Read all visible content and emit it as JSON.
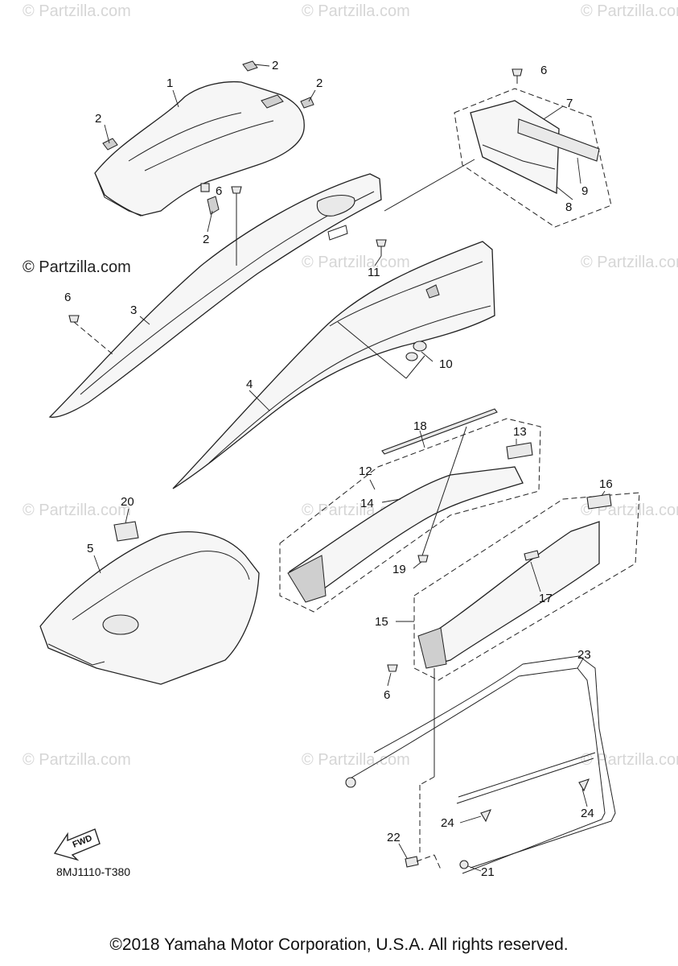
{
  "watermark": "© Partzilla.com",
  "watermark_prominent": "© Partzilla.com",
  "diagram_code": "8MJ1110-T380",
  "fwd_label": "FWD",
  "copyright": "©2018 Yamaha Motor Corporation, U.S.A. All rights reserved.",
  "callouts": {
    "c1": "1",
    "c2a": "2",
    "c2b": "2",
    "c2c": "2",
    "c2d": "2",
    "c3": "3",
    "c4": "4",
    "c5": "5",
    "c6a": "6",
    "c6b": "6",
    "c6c": "6",
    "c6d": "6",
    "c7": "7",
    "c8": "8",
    "c9": "9",
    "c10": "10",
    "c11": "11",
    "c12": "12",
    "c13": "13",
    "c14": "14",
    "c15": "15",
    "c16": "16",
    "c17": "17",
    "c18": "18",
    "c19": "19",
    "c20": "20",
    "c21": "21",
    "c22": "22",
    "c23": "23",
    "c24a": "24",
    "c24b": "24"
  }
}
